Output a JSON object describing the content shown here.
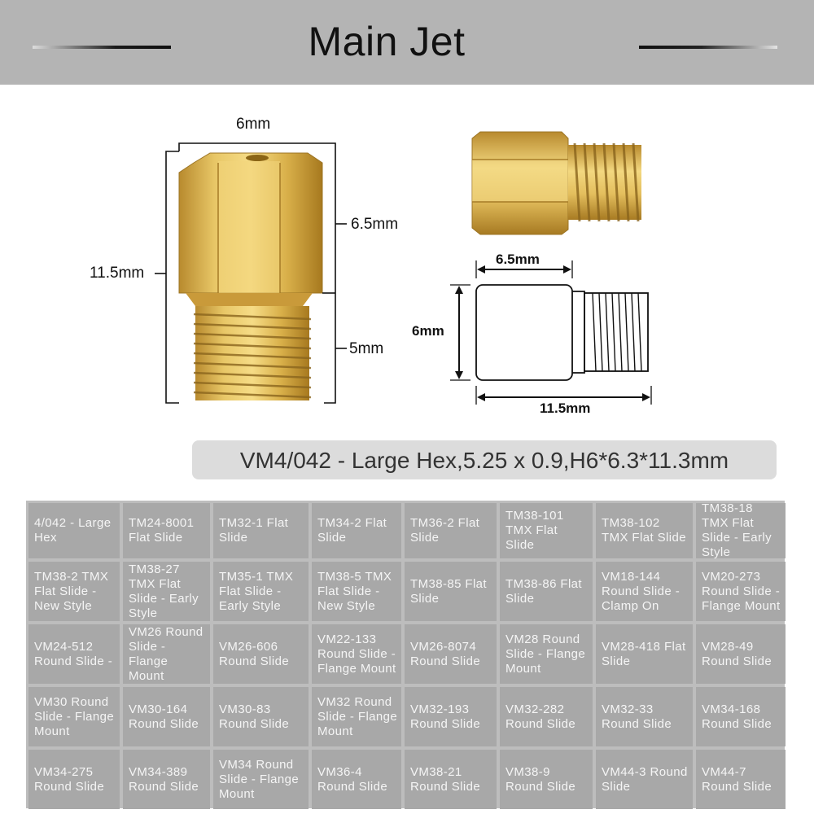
{
  "header": {
    "title": "Main Jet"
  },
  "diagram_left": {
    "top_width": "6mm",
    "total_length": "11.5mm",
    "hex_length": "6.5mm",
    "thread_length": "5mm"
  },
  "diagram_right": {
    "hex_length": "6.5mm",
    "height": "6mm",
    "total_length": "11.5mm"
  },
  "spec": "VM4/042 - Large Hex,5.25 x 0.9,H6*6.3*11.3mm",
  "models": [
    "4/042 - Large Hex",
    "TM24-8001 Flat Slide",
    "TM32-1 Flat Slide",
    "TM34-2 Flat Slide",
    "TM36-2 Flat Slide",
    "TM38-101 TMX Flat Slide",
    "TM38-102 TMX Flat Slide",
    "TM38-18 TMX Flat Slide - Early Style",
    "TM38-2 TMX Flat Slide - New Style",
    "TM38-27 TMX Flat Slide - Early Style",
    "TM35-1 TMX Flat Slide - Early Style",
    "TM38-5 TMX Flat Slide - New Style",
    "TM38-85 Flat Slide",
    "TM38-86 Flat Slide",
    "VM18-144 Round Slide - Clamp On",
    "VM20-273 Round Slide - Flange Mount",
    "VM24-512 Round Slide -",
    "VM26 Round Slide - Flange Mount",
    "VM26-606 Round Slide",
    "VM22-133 Round Slide - Flange Mount",
    "VM26-8074 Round Slide",
    "VM28 Round Slide - Flange Mount",
    "VM28-418 Flat Slide",
    "VM28-49 Round Slide",
    "VM30 Round Slide - Flange Mount",
    "VM30-164 Round Slide",
    "VM30-83 Round Slide",
    "VM32 Round Slide - Flange Mount",
    "VM32-193 Round Slide",
    "VM32-282 Round Slide",
    "VM32-33 Round Slide",
    "VM34-168 Round Slide",
    "VM34-275 Round Slide",
    "VM34-389 Round Slide",
    "VM34 Round Slide - Flange Mount",
    "VM36-4 Round Slide",
    "VM38-21 Round Slide",
    "VM38-9 Round Slide",
    "VM44-3 Round Slide",
    "VM44-7 Round Slide"
  ]
}
